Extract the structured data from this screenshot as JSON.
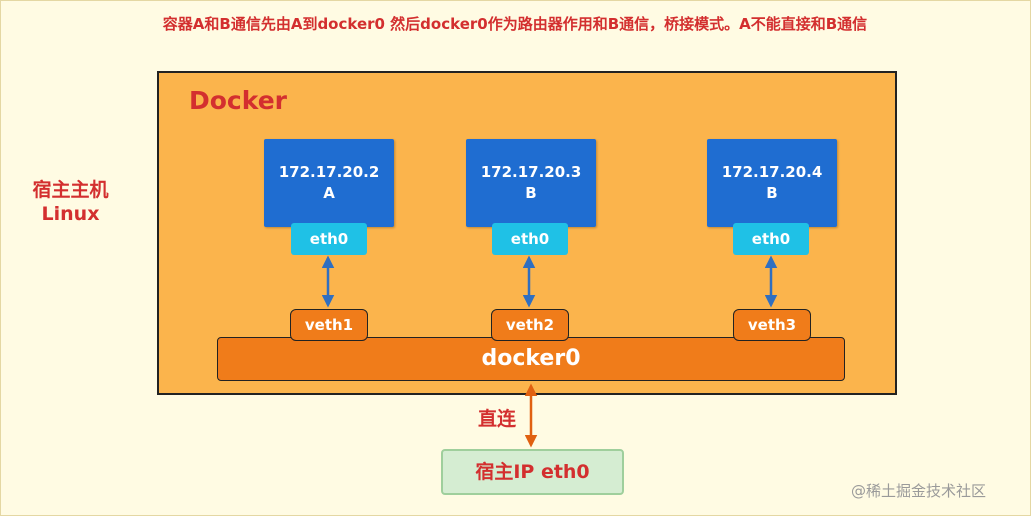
{
  "caption": "容器A和B通信先由A到docker0 然后docker0作为路由器作用和B通信，桥接模式。A不能直接和B通信",
  "host": {
    "label_line1": "宿主主机",
    "label_line2": "Linux"
  },
  "docker": {
    "title": "Docker"
  },
  "containers": [
    {
      "ip": "172.17.20.2",
      "name": "A",
      "eth": "eth0",
      "veth": "veth1"
    },
    {
      "ip": "172.17.20.3",
      "name": "B",
      "eth": "eth0",
      "veth": "veth2"
    },
    {
      "ip": "172.17.20.4",
      "name": "B",
      "eth": "eth0",
      "veth": "veth3"
    }
  ],
  "bridge": {
    "label": "docker0"
  },
  "link": {
    "label": "直连"
  },
  "host_interface": {
    "label": "宿主IP eth0"
  },
  "watermark": "@稀土掘金技术社区",
  "colors": {
    "container": "#1f6dd1",
    "eth": "#1fc1e6",
    "veth": "#f07c1a",
    "docker_area": "#fbb44c",
    "title_red": "#d32f2f",
    "host_iface": "#d5edd2",
    "arrow_blue": "#2f6fc1",
    "arrow_orange": "#e06010"
  }
}
